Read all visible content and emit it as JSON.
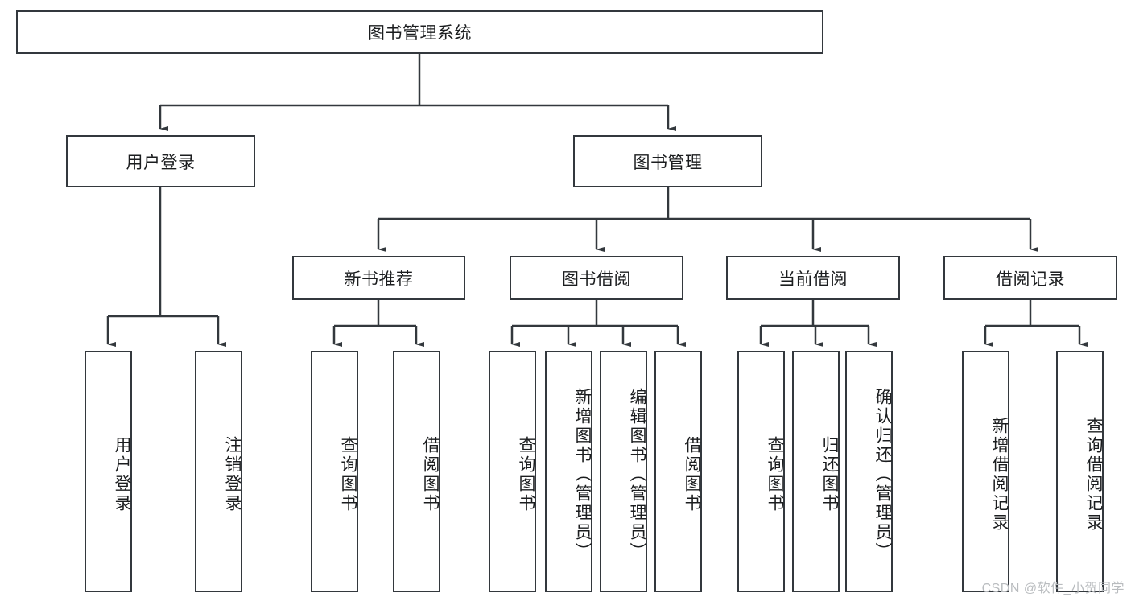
{
  "diagram": {
    "type": "tree",
    "title": "图书管理系统",
    "watermark": "CSDN @软件_小贺同学",
    "colors": {
      "stroke": "#33383d",
      "text": "#1b1d1f",
      "background": "#ffffff",
      "watermark": "#b9bcbf"
    },
    "root": {
      "label": "图书管理系统"
    },
    "level2": [
      {
        "label": "用户登录"
      },
      {
        "label": "图书管理"
      }
    ],
    "level3": [
      {
        "label": "新书推荐"
      },
      {
        "label": "图书借阅"
      },
      {
        "label": "当前借阅"
      },
      {
        "label": "借阅记录"
      }
    ],
    "leaves": {
      "user_login": [
        {
          "label": "用户登录"
        },
        {
          "label": "注销登录"
        }
      ],
      "new_book_recommend": [
        {
          "label": "查询图书"
        },
        {
          "label": "借阅图书"
        }
      ],
      "book_borrow": [
        {
          "label": "查询图书"
        },
        {
          "label": "新增图书（管理员）"
        },
        {
          "label": "编辑图书（管理员）"
        },
        {
          "label": "借阅图书"
        }
      ],
      "current_borrow": [
        {
          "label": "查询图书"
        },
        {
          "label": "归还图书"
        },
        {
          "label": "确认归还（管理员）"
        }
      ],
      "borrow_record": [
        {
          "label": "新增借阅记录"
        },
        {
          "label": "查询借阅记录"
        }
      ]
    }
  }
}
